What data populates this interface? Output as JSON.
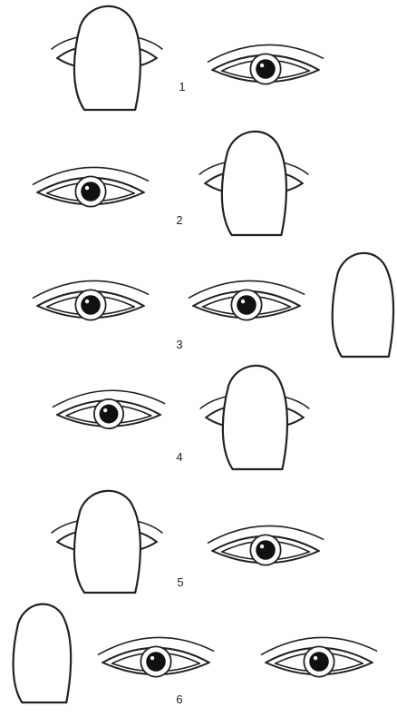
{
  "figure": {
    "panels": [
      {
        "label": "1"
      },
      {
        "label": "2"
      },
      {
        "label": "3"
      },
      {
        "label": "4"
      },
      {
        "label": "5"
      },
      {
        "label": "6"
      }
    ]
  }
}
